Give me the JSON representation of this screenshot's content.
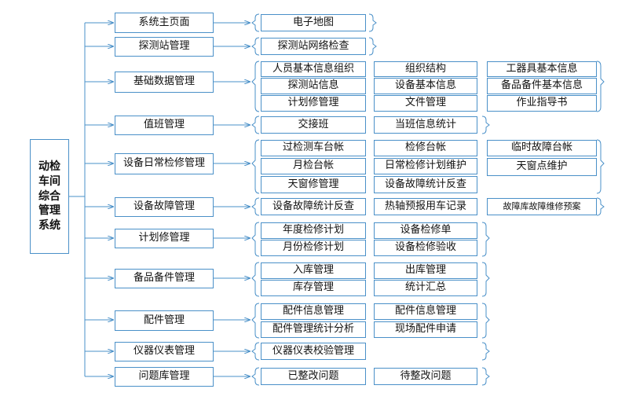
{
  "root": {
    "lines": [
      "动检",
      "车间",
      "综合",
      "管理",
      "系统"
    ]
  },
  "categories": [
    {
      "label": "系统主页面",
      "rows": [
        [
          "电子地图"
        ]
      ]
    },
    {
      "label": "探测站管理",
      "rows": [
        [
          "探测站网络检查"
        ]
      ]
    },
    {
      "label": "基础数据管理",
      "rows": [
        [
          "人员基本信息组织",
          "组织结构",
          "工器具基本信息"
        ],
        [
          "探测站信息",
          "设备基本信息",
          "备品备件基本信息"
        ],
        [
          "计划修管理",
          "文件管理",
          "作业指导书"
        ]
      ]
    },
    {
      "label": "值班管理",
      "rows": [
        [
          "交接班",
          "当班信息统计"
        ]
      ]
    },
    {
      "label": "设备日常检修管理",
      "rows": [
        [
          "过检测车台帐",
          "检修台帐",
          "临时故障台帐"
        ],
        [
          "月检台帐",
          "日常检修计划维护",
          "天窗点维护"
        ],
        [
          "天窗修管理",
          "设备故障统计反查"
        ]
      ]
    },
    {
      "label": "设备故障管理",
      "rows": [
        [
          "设备故障统计反查",
          "热轴预报用车记录",
          "故障库故障维修预案"
        ]
      ]
    },
    {
      "label": "计划修管理",
      "rows": [
        [
          "年度检修计划",
          "设备检修单"
        ],
        [
          "月份检修计划",
          "设备检修验收"
        ]
      ]
    },
    {
      "label": "备品备件管理",
      "rows": [
        [
          "入库管理",
          "出库管理"
        ],
        [
          "库存管理",
          "统计汇总"
        ]
      ]
    },
    {
      "label": "配件管理",
      "rows": [
        [
          "配件信息管理",
          "配件信息管理"
        ],
        [
          "配件管理统计分析",
          "现场配件申请"
        ]
      ]
    },
    {
      "label": "仪器仪表管理",
      "rows": [
        [
          "仪器仪表校验管理"
        ]
      ]
    },
    {
      "label": "问题库管理",
      "rows": [
        [
          "已整改问题",
          "待整改问题"
        ]
      ]
    }
  ]
}
